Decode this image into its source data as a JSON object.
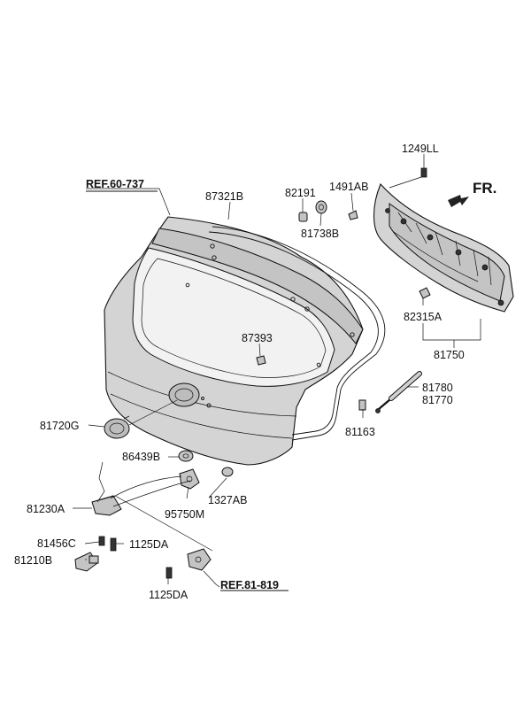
{
  "direction_label": "FR.",
  "references": {
    "ref_top": "REF.60-737",
    "ref_bottom": "REF.81-819"
  },
  "parts": {
    "p87321B": "87321B",
    "p82191": "82191",
    "p1491AB": "1491AB",
    "p1249LL": "1249LL",
    "p81738B": "81738B",
    "p82315A": "82315A",
    "p81750": "81750",
    "p87393": "87393",
    "p81780": "81780",
    "p81770": "81770",
    "p81163": "81163",
    "p81720G": "81720G",
    "p86439B": "86439B",
    "p81230A": "81230A",
    "p1327AB": "1327AB",
    "p95750M": "95750M",
    "p81456C": "81456C",
    "p1125DA_a": "1125DA",
    "p81210B": "81210B",
    "p1125DA_b": "1125DA"
  }
}
